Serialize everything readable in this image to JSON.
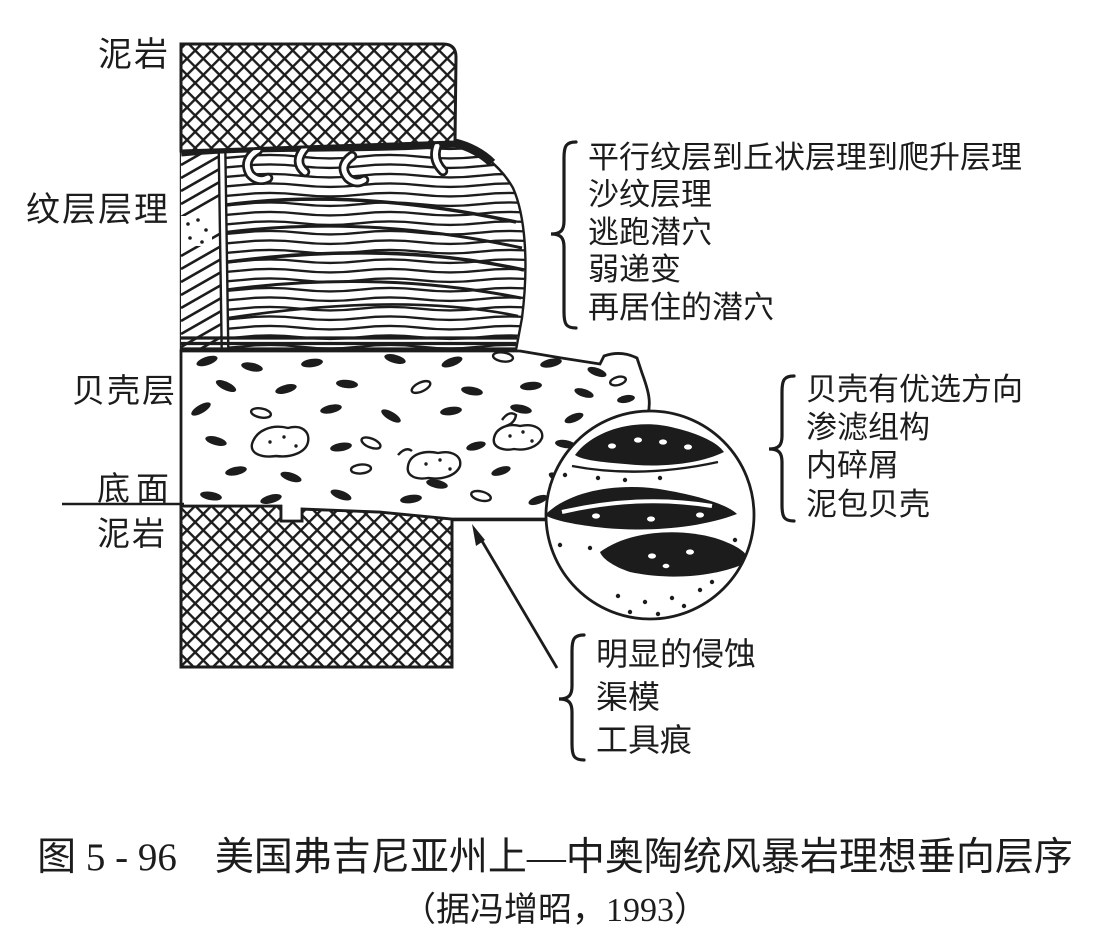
{
  "layer_labels": [
    {
      "text": "泥岩"
    },
    {
      "text": "纹层层理"
    },
    {
      "text": "贝壳层"
    },
    {
      "text": "底面"
    },
    {
      "text": "泥岩"
    }
  ],
  "annotations": {
    "laminated_features": {
      "items": [
        "平行纹层到丘状层理到爬升层理",
        "沙纹层理",
        "逃跑潜穴",
        "弱递变",
        "再居住的潜穴"
      ]
    },
    "shell_features": {
      "items": [
        "贝壳有优选方向",
        "渗滤组构",
        "内碎屑",
        "泥包贝壳"
      ]
    },
    "base_features": {
      "items": [
        "明显的侵蚀",
        "渠模",
        "工具痕"
      ]
    }
  },
  "caption": {
    "number": "图 5 - 96",
    "title": "美国弗吉尼亚州上—中奥陶统风暴岩理想垂向层序",
    "source": "（据冯增昭，1993）"
  },
  "colors": {
    "ink": "#1c1c1c",
    "paper": "#ffffff"
  }
}
